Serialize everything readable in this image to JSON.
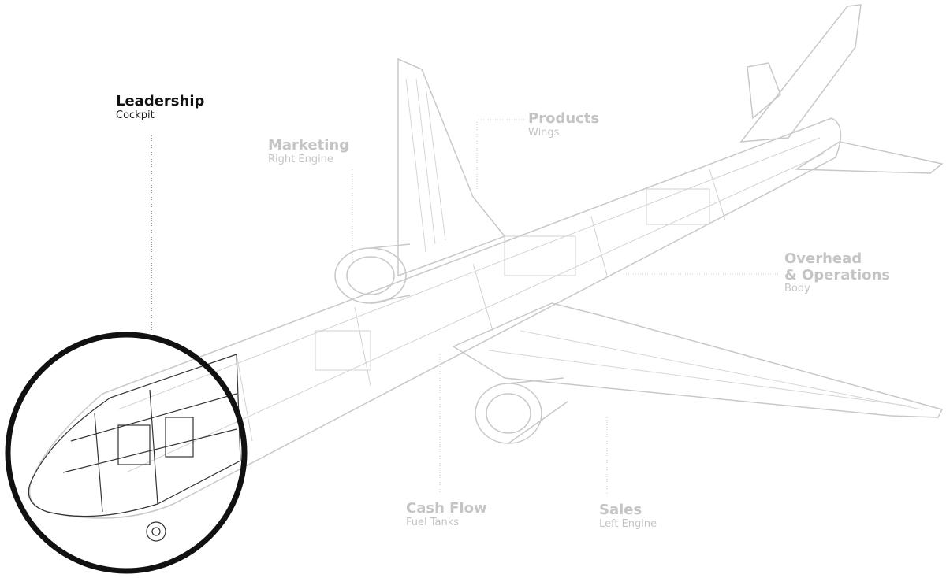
{
  "colors": {
    "active": "#111111",
    "inactive": "#c4c4c4",
    "drawing": "#bdbdbd",
    "highlight_ring": "#111111"
  },
  "sections": [
    {
      "id": "leadership",
      "title": "Leadership",
      "subtitle": "Cockpit",
      "active": true
    },
    {
      "id": "marketing",
      "title": "Marketing",
      "subtitle": "Right Engine",
      "active": false
    },
    {
      "id": "products",
      "title": "Products",
      "subtitle": "Wings",
      "active": false
    },
    {
      "id": "overhead",
      "title": "Overhead",
      "title2": "& Operations",
      "subtitle": "Body",
      "active": false
    },
    {
      "id": "cashflow",
      "title": "Cash Flow",
      "subtitle": "Fuel Tanks",
      "active": false
    },
    {
      "id": "sales",
      "title": "Sales",
      "subtitle": "Left Engine",
      "active": false
    }
  ]
}
